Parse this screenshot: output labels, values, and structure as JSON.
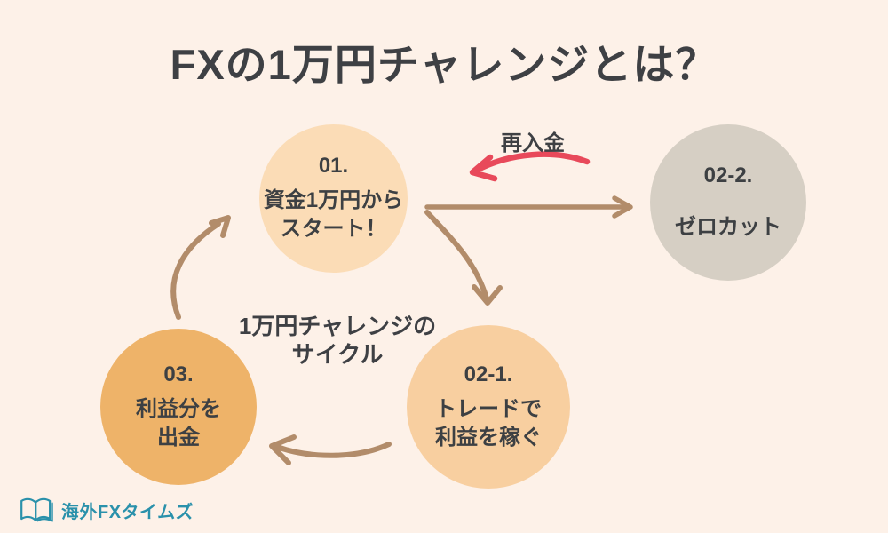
{
  "title": "FXの1万円チャレンジとは？",
  "cycle": {
    "label_line1": "1万円チャレンジの",
    "label_line2": "サイクル"
  },
  "reentry": {
    "label": "再入金"
  },
  "nodes": {
    "start": {
      "number": "01.",
      "line1": "資金1万円から",
      "line2": "スタート！",
      "color": "#fbdcb6"
    },
    "zerocut": {
      "number": "02-2.",
      "line1": "ゼロカット",
      "color": "#d6cfc4"
    },
    "trade": {
      "number": "02-1.",
      "line1": "トレードで",
      "line2": "利益を稼ぐ",
      "color": "#f8cfa0"
    },
    "withdraw": {
      "number": "03.",
      "line1": "利益分を",
      "line2": "出金",
      "color": "#eeb369"
    }
  },
  "logo": {
    "text": "海外FXタイムズ",
    "icon": "open-book-icon",
    "color": "#2a91ab"
  },
  "colors": {
    "background": "#fdf1e8",
    "cycle_arrow": "#b28c6a",
    "reentry_arrow": "#e8495a",
    "heading_text": "#3e4044",
    "node_text": "#3d4043"
  }
}
